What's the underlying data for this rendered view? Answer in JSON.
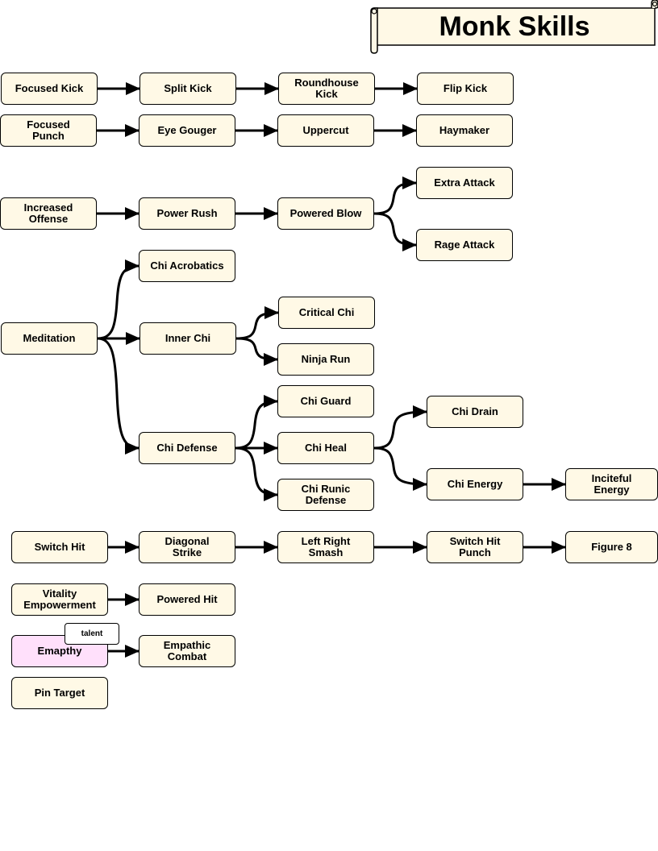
{
  "title": "Monk Skills",
  "colors": {
    "node_fill": "#fff9e6",
    "talent_fill": "#ffe0fb",
    "border": "#000000"
  },
  "nodes": {
    "focused_kick": "Focused Kick",
    "split_kick": "Split Kick",
    "roundhouse_kick": "Roundhouse\nKick",
    "flip_kick": "Flip Kick",
    "focused_punch": "Focused\nPunch",
    "eye_gouger": "Eye Gouger",
    "uppercut": "Uppercut",
    "haymaker": "Haymaker",
    "increased_offense": "Increased\nOffense",
    "power_rush": "Power Rush",
    "powered_blow": "Powered Blow",
    "extra_attack": "Extra Attack",
    "rage_attack": "Rage Attack",
    "meditation": "Meditation",
    "chi_acrobatics": "Chi Acrobatics",
    "inner_chi": "Inner Chi",
    "critical_chi": "Critical Chi",
    "ninja_run": "Ninja Run",
    "chi_defense": "Chi Defense",
    "chi_guard": "Chi Guard",
    "chi_heal": "Chi Heal",
    "chi_runic_defense": "Chi Runic\nDefense",
    "chi_drain": "Chi Drain",
    "chi_energy": "Chi Energy",
    "inciteful_energy": "Inciteful\nEnergy",
    "switch_hit": "Switch Hit",
    "diagonal_strike": "Diagonal\nStrike",
    "left_right_smash": "Left Right\nSmash",
    "switch_hit_punch": "Switch Hit\nPunch",
    "figure_8": "Figure 8",
    "vitality_empowerment": "Vitality\nEmpowerment",
    "powered_hit": "Powered Hit",
    "emapthy": "Emapthy",
    "empathic_combat": "Empathic\nCombat",
    "pin_target": "Pin Target"
  },
  "talent_label": "talent",
  "edges": [
    [
      "focused_kick",
      "split_kick"
    ],
    [
      "split_kick",
      "roundhouse_kick"
    ],
    [
      "roundhouse_kick",
      "flip_kick"
    ],
    [
      "focused_punch",
      "eye_gouger"
    ],
    [
      "eye_gouger",
      "uppercut"
    ],
    [
      "uppercut",
      "haymaker"
    ],
    [
      "increased_offense",
      "power_rush"
    ],
    [
      "power_rush",
      "powered_blow"
    ],
    [
      "powered_blow",
      "extra_attack"
    ],
    [
      "powered_blow",
      "rage_attack"
    ],
    [
      "meditation",
      "chi_acrobatics"
    ],
    [
      "meditation",
      "inner_chi"
    ],
    [
      "meditation",
      "chi_defense"
    ],
    [
      "inner_chi",
      "critical_chi"
    ],
    [
      "inner_chi",
      "ninja_run"
    ],
    [
      "chi_defense",
      "chi_guard"
    ],
    [
      "chi_defense",
      "chi_heal"
    ],
    [
      "chi_defense",
      "chi_runic_defense"
    ],
    [
      "chi_heal",
      "chi_drain"
    ],
    [
      "chi_heal",
      "chi_energy"
    ],
    [
      "chi_energy",
      "inciteful_energy"
    ],
    [
      "switch_hit",
      "diagonal_strike"
    ],
    [
      "diagonal_strike",
      "left_right_smash"
    ],
    [
      "left_right_smash",
      "switch_hit_punch"
    ],
    [
      "switch_hit_punch",
      "figure_8"
    ],
    [
      "vitality_empowerment",
      "powered_hit"
    ],
    [
      "emapthy",
      "empathic_combat"
    ]
  ]
}
